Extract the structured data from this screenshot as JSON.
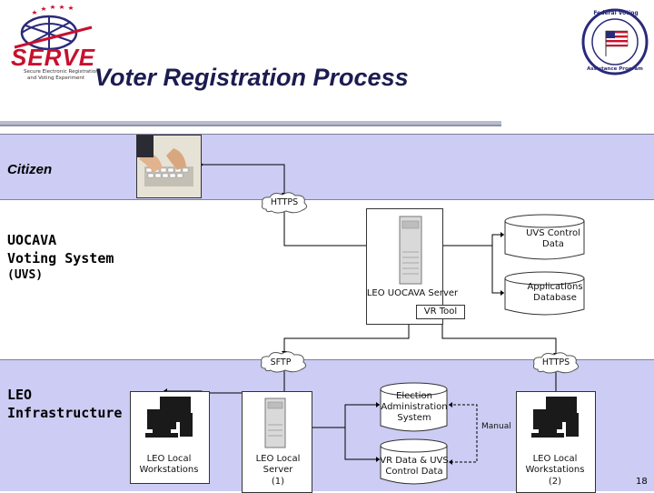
{
  "header": {
    "title": "Voter Registration Process",
    "logo_left": {
      "name": "SERVE",
      "tagline_line1": "Secure Electronic Registration",
      "tagline_line2": "and Voting Experiment"
    },
    "logo_right": {
      "top_text": "Federal Voting",
      "bottom_text": "Assistance Program"
    }
  },
  "zones": {
    "citizen": "Citizen",
    "uvs_line1": "UOCAVA",
    "uvs_line2": "Voting System",
    "uvs_line3": "(UVS)",
    "leo_line1": "LEO",
    "leo_line2": "Infrastructure"
  },
  "nodes": {
    "https_top": "HTTPS",
    "uvs_control_line1": "UVS Control",
    "uvs_control_line2": "Data",
    "applications_line1": "Applications",
    "applications_line2": "Database",
    "leo_uocava_server": "LEO UOCAVA Server",
    "vr_tool": "VR Tool",
    "sftp": "SFTP",
    "https_right": "HTTPS",
    "election_admin_line1": "Election",
    "election_admin_line2": "Administration",
    "election_admin_line3": "System",
    "manual": "Manual",
    "leo_local_ws_line1": "LEO Local",
    "leo_local_ws_line2": "Workstations",
    "leo_local_server_line1": "LEO Local",
    "leo_local_server_line2": "Server",
    "leo_local_server_num": "(1)",
    "vr_data_line1": "VR Data & UVS",
    "vr_data_line2": "Control Data",
    "leo_local_ws2_line1": "LEO Local",
    "leo_local_ws2_line2": "Workstations",
    "leo_local_ws2_num": "(2)"
  },
  "footer": {
    "page_number": "18"
  },
  "colors": {
    "band": "#ccccf4",
    "title": "#1c1c50",
    "logo_red": "#c8102e",
    "logo_navy": "#2a2a7a"
  }
}
